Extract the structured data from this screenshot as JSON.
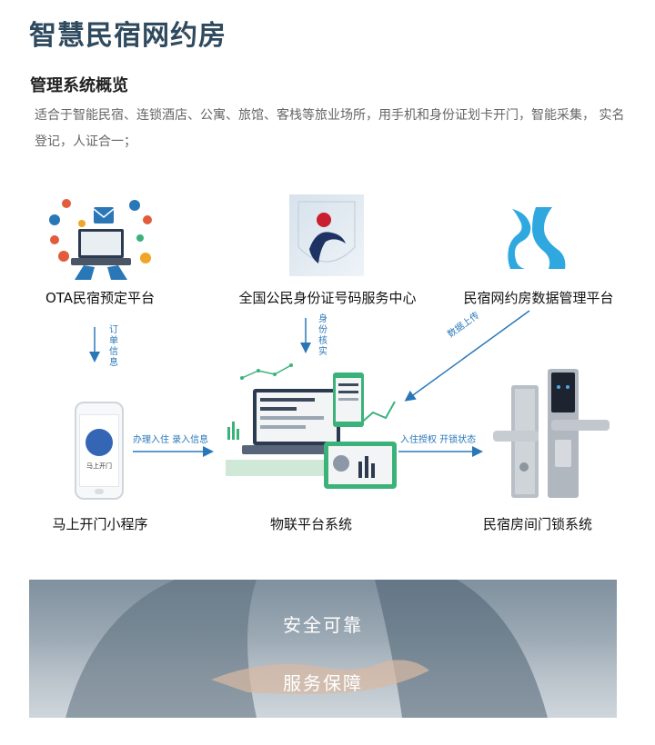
{
  "header": {
    "title": "智慧民宿网约房",
    "subtitle": "管理系统概览",
    "description": "适合于智能民宿、连锁酒店、公寓、旅馆、客栈等旅业场所，用手机和身份证划卡开门，智能采集， 实名登记，人证合一；"
  },
  "nodes": {
    "ota": "OTA民宿预定平台",
    "id_center": "全国公民身份证号码服务中心",
    "data_platform": "民宿网约房数据管理平台",
    "mini_program": "马上开门小程序",
    "iot_platform": "物联平台系统",
    "door_lock": "民宿房间门锁系统"
  },
  "phone_screen_text": "马上开门",
  "arrows": {
    "order_info": "订单信息",
    "id_verify": "身份核实",
    "data_upload": "数据上传",
    "checkin_record": "办理入住  录入信息",
    "auth_lock": "入住授权  开锁状态"
  },
  "banner": {
    "line1": "安全可靠",
    "line2": "服务保障"
  },
  "colors": {
    "accent_blue": "#2a77b8",
    "title_color": "#2f4a5e",
    "id_logo_red": "#c8202f",
    "id_logo_navy": "#1e3264",
    "lock_cyan": "#2fa8e0"
  }
}
